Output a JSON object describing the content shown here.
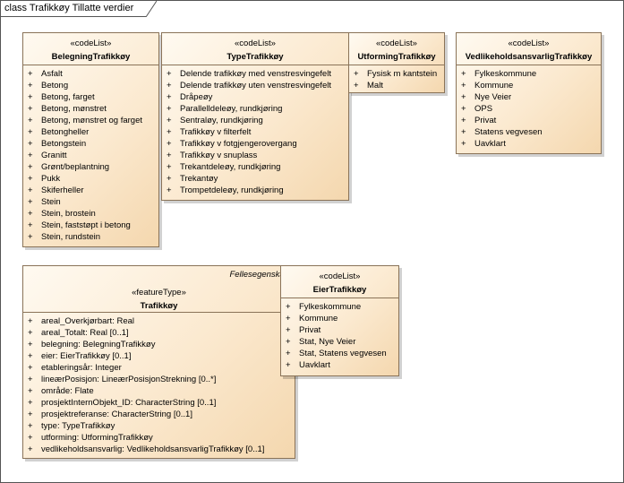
{
  "diagram": {
    "title": "class Trafikkøy Tillatte verdier"
  },
  "belegning": {
    "stereotype": "«codeList»",
    "name": "BelegningTrafikkøy",
    "items": [
      "Asfalt",
      "Betong",
      "Betong, farget",
      "Betong, mønstret",
      "Betong, mønstret og farget",
      "Betongheller",
      "Betongstein",
      "Granitt",
      "Grønt/beplantning",
      "Pukk",
      "Skiferheller",
      "Stein",
      "Stein, brostein",
      "Stein, faststøpt i betong",
      "Stein, rundstein"
    ]
  },
  "type": {
    "stereotype": "«codeList»",
    "name": "TypeTrafikkøy",
    "items": [
      "Delende trafikkøy med venstresvingefelt",
      "Delende trafikkøy uten venstresvingefelt",
      "Dråpeøy",
      "Parallelldeleøy, rundkjøring",
      "Sentraløy, rundkjøring",
      "Trafikkøy v filterfelt",
      "Trafikkøy v fotgjengerovergang",
      "Trafikkøy v snuplass",
      "Trekantdeleøy, rundkjøring",
      "Trekantøy",
      "Trompetdeleøy, rundkjøring"
    ]
  },
  "utforming": {
    "stereotype": "«codeList»",
    "name": "UtformingTrafikkøy",
    "items": [
      "Fysisk m kantstein",
      "Malt"
    ]
  },
  "vedlikehold": {
    "stereotype": "«codeList»",
    "name": "VedlikeholdsansvarligTrafikkøy",
    "items": [
      "Fylkeskommune",
      "Kommune",
      "Nye Veier",
      "OPS",
      "Privat",
      "Statens vegvesen",
      "Uavklart"
    ]
  },
  "trafikkoy": {
    "tag": "Fellesegenskap",
    "stereotype": "«featureType»",
    "name": "Trafikkøy",
    "items": [
      "areal_Overkjørbart: Real",
      "areal_Totalt: Real [0..1]",
      "belegning: BelegningTrafikkøy",
      "eier: EierTrafikkøy [0..1]",
      "etableringsår: Integer",
      "lineærPosisjon: LineærPosisjonStrekning [0..*]",
      "område: Flate",
      "prosjektInternObjekt_ID: CharacterString [0..1]",
      "prosjektreferanse: CharacterString [0..1]",
      "type: TypeTrafikkøy",
      "utforming: UtformingTrafikkøy",
      "vedlikeholdsansvarlig: VedlikeholdsansvarligTrafikkøy [0..1]"
    ]
  },
  "eier": {
    "stereotype": "«codeList»",
    "name": "EierTrafikkøy",
    "items": [
      "Fylkeskommune",
      "Kommune",
      "Privat",
      "Stat, Nye Veier",
      "Stat, Statens vegvesen",
      "Uavklart"
    ]
  },
  "plus_symbol": "+"
}
